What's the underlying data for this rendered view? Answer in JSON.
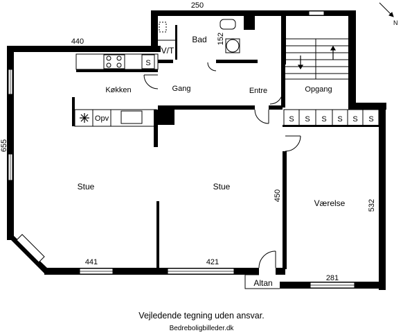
{
  "rooms": {
    "stue_left": "Stue",
    "stue_right": "Stue",
    "kokken": "Køkken",
    "gang": "Gang",
    "entre": "Entre",
    "opgang": "Opgang",
    "vaerelse": "Værelse",
    "bad": "Bad",
    "vt": "V/T",
    "altan": "Altan"
  },
  "fixtures": {
    "opv": "Opv",
    "s": "S"
  },
  "dimensions": {
    "top_250": "250",
    "top_440": "440",
    "left_655": "655",
    "bath_152": "152",
    "bottom_441": "441",
    "bottom_421": "421",
    "mid_450": "450",
    "right_532": "532",
    "bottom_281": "281"
  },
  "compass_label": "N",
  "footer": {
    "disclaimer": "Vejledende tegning uden ansvar.",
    "credit": "Bedreboligbilleder.dk"
  }
}
